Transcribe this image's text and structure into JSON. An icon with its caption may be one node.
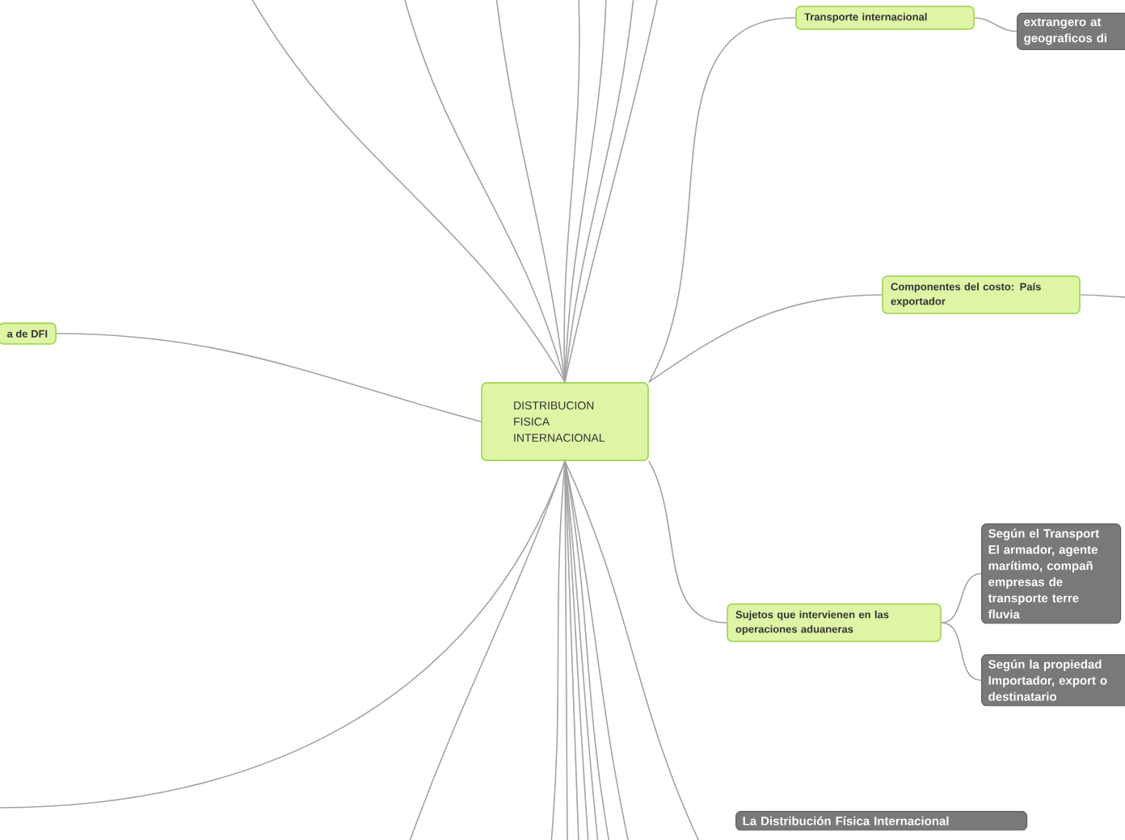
{
  "diagram": {
    "nodes": [
      {
        "text": [
          "DISTRIBUCION FISICA INTERNACIONAL"
        ]
      },
      {
        "text": [
          "Transporte internacional"
        ]
      },
      {
        "text": [
          "extrangero at geograficos di"
        ]
      },
      {
        "text": [
          "Componentes del costo: País exportador"
        ]
      },
      {
        "text": [
          "a de DFI"
        ]
      },
      {
        "text": [
          "Sujetos que intervienen en las operaciones aduaneras"
        ]
      },
      {
        "text": [
          "Según el Transport El armador, agente marítimo, compañ empresas de transporte terre fluvia"
        ]
      },
      {
        "text": [
          "Según la propiedad Importador, export o destinatario"
        ]
      },
      {
        "text": [
          "La Distribución Física Internacional"
        ]
      }
    ],
    "edges": [
      {
        "from": 0,
        "to": 1,
        "arrow": "none"
      },
      {
        "from": 1,
        "to": 2,
        "arrow": "none"
      },
      {
        "from": 0,
        "to": 3,
        "arrow": "none"
      },
      {
        "from": 3,
        "to": null,
        "arrow": "none"
      },
      {
        "from": 0,
        "to": 4,
        "arrow": "none"
      },
      {
        "from": 0,
        "to": 5,
        "arrow": "none"
      },
      {
        "from": 5,
        "to": 6,
        "arrow": "none"
      },
      {
        "from": 5,
        "to": 7,
        "arrow": "none"
      },
      {
        "from": 0,
        "to": null,
        "arrow": "none"
      },
      {
        "from": 0,
        "to": null,
        "arrow": "none"
      },
      {
        "from": 0,
        "to": null,
        "arrow": "none"
      },
      {
        "from": 0,
        "to": null,
        "arrow": "none"
      },
      {
        "from": 0,
        "to": null,
        "arrow": "none"
      },
      {
        "from": 0,
        "to": null,
        "arrow": "none"
      },
      {
        "from": 0,
        "to": null,
        "arrow": "none"
      },
      {
        "from": 0,
        "to": null,
        "arrow": "none"
      },
      {
        "from": 0,
        "to": null,
        "arrow": "none"
      },
      {
        "from": 0,
        "to": null,
        "arrow": "none"
      },
      {
        "from": 0,
        "to": null,
        "arrow": "none"
      },
      {
        "from": 0,
        "to": null,
        "arrow": "none"
      },
      {
        "from": 0,
        "to": null,
        "arrow": "none"
      },
      {
        "from": 0,
        "to": null,
        "arrow": "none"
      },
      {
        "from": 0,
        "to": null,
        "arrow": "none"
      },
      {
        "from": 0,
        "to": null,
        "arrow": "none"
      },
      {
        "from": 0,
        "to": null,
        "arrow": "none"
      }
    ]
  }
}
